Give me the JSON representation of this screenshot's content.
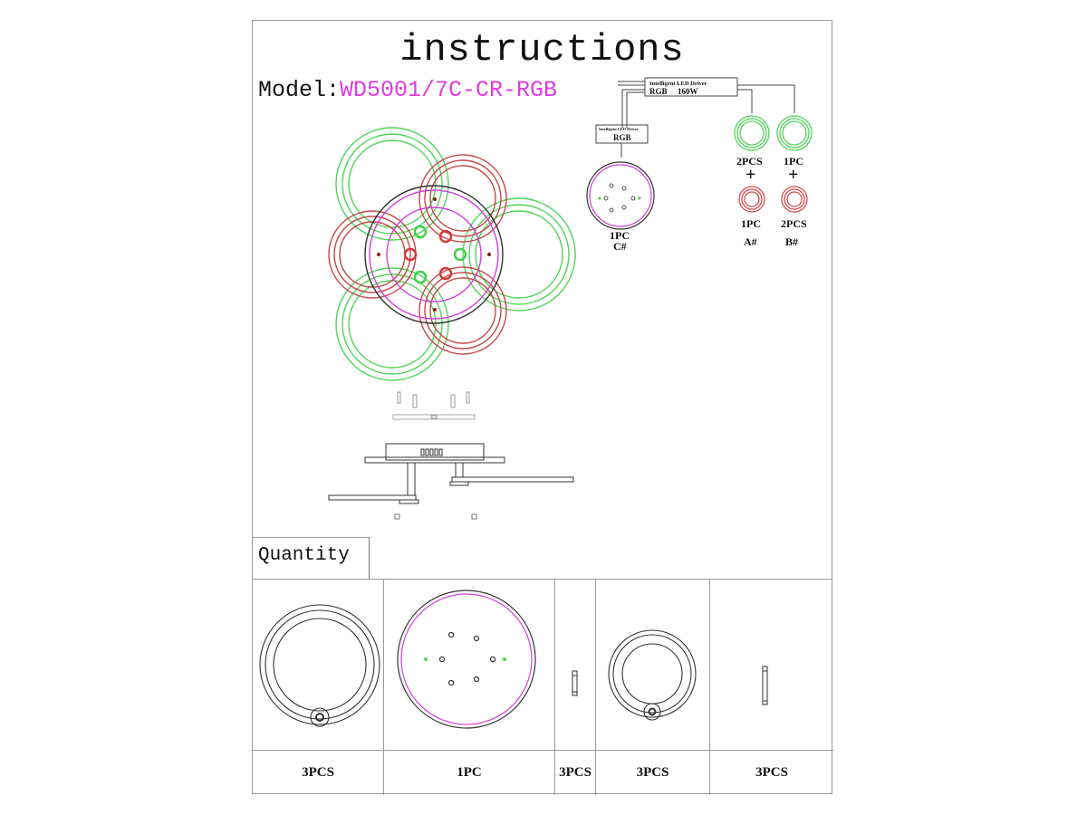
{
  "document": {
    "title": "instructions",
    "model_label": "Model:",
    "model_value": "WD5001/7C-CR-RGB"
  },
  "wiring": {
    "main_driver": {
      "name": "Intelligent LED Driver",
      "spec_type": "RGB",
      "spec_power": "160W"
    },
    "sub_driver": {
      "name": "Intelligent LED Driver",
      "spec_type": "RGB"
    },
    "center_panel": {
      "qty": "1PC",
      "code": "C#"
    },
    "group_a": {
      "green_qty": "2PCS",
      "plus": "+",
      "red_qty": "1PC",
      "code": "A#"
    },
    "group_b": {
      "green_qty": "1PC",
      "plus": "+",
      "red_qty": "2PCS",
      "code": "B#"
    }
  },
  "quantity": {
    "heading": "Quantity",
    "items": [
      {
        "part": "large-ring",
        "count": "3PCS"
      },
      {
        "part": "center-panel",
        "count": "1PC"
      },
      {
        "part": "short-rod",
        "count": "3PCS"
      },
      {
        "part": "small-ring",
        "count": "3PCS"
      },
      {
        "part": "long-rod",
        "count": "3PCS"
      }
    ]
  },
  "colors": {
    "green": "#3fcf4a",
    "red": "#d23a3a",
    "magenta": "#d040d8",
    "line": "#222222"
  }
}
